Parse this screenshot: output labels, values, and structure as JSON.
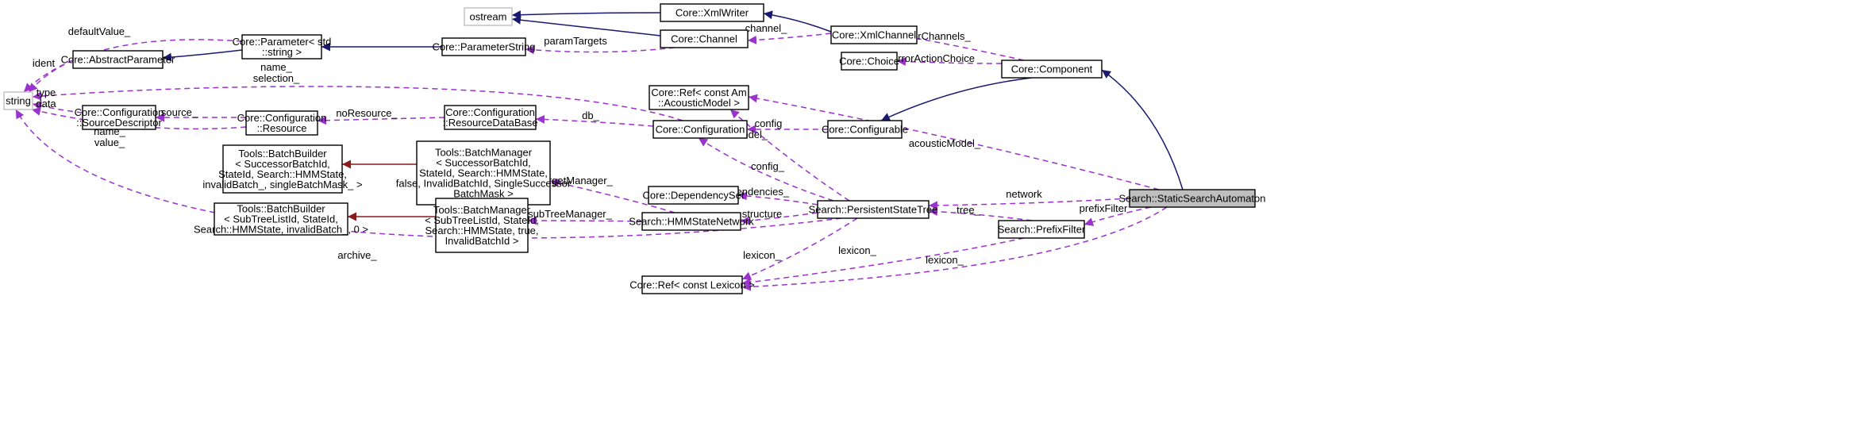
{
  "nodes": [
    {
      "id": "ostream",
      "lines": [
        "ostream"
      ],
      "external": true
    },
    {
      "id": "xmlwriter",
      "lines": [
        "Core::XmlWriter"
      ]
    },
    {
      "id": "channel",
      "lines": [
        "Core::Channel"
      ]
    },
    {
      "id": "xmlchannel",
      "lines": [
        "Core::XmlChannel"
      ]
    },
    {
      "id": "param",
      "lines": [
        "Core::Parameter< std",
        "::string >"
      ]
    },
    {
      "id": "paramstring",
      "lines": [
        "Core::ParameterString"
      ]
    },
    {
      "id": "abstractparam",
      "lines": [
        "Core::AbstractParameter"
      ]
    },
    {
      "id": "string",
      "lines": [
        "string"
      ],
      "external": true
    },
    {
      "id": "choice",
      "lines": [
        "Core::Choice"
      ]
    },
    {
      "id": "component",
      "lines": [
        "Core::Component"
      ]
    },
    {
      "id": "refam",
      "lines": [
        "Core::Ref< const Am",
        "::AcousticModel >"
      ]
    },
    {
      "id": "srcdesc",
      "lines": [
        "Core::Configuration",
        "::SourceDescriptor"
      ]
    },
    {
      "id": "resource",
      "lines": [
        "Core::Configuration",
        "::Resource"
      ]
    },
    {
      "id": "resdb",
      "lines": [
        "Core::Configuration",
        "::ResourceDataBase"
      ]
    },
    {
      "id": "configuration",
      "lines": [
        "Core::Configuration"
      ]
    },
    {
      "id": "configurable",
      "lines": [
        "Core::Configurable"
      ]
    },
    {
      "id": "bb1",
      "lines": [
        "Tools::BatchBuilder",
        "< SuccessorBatchId,",
        "StateId, Search::HMMState,",
        "invalidBatch_, singleBatchMask_ >"
      ]
    },
    {
      "id": "bm1",
      "lines": [
        "Tools::BatchManager",
        "< SuccessorBatchId,",
        "StateId, Search::HMMState,",
        "false, InvalidBatchId, SingleSuccessor",
        "BatchMask >"
      ]
    },
    {
      "id": "depset",
      "lines": [
        "Core::DependencySet"
      ]
    },
    {
      "id": "pst",
      "lines": [
        "Search::PersistentStateTree"
      ]
    },
    {
      "id": "ssa",
      "lines": [
        "Search::StaticSearchAutomaton"
      ],
      "highlight": true
    },
    {
      "id": "bb2",
      "lines": [
        "Tools::BatchBuilder",
        "< SubTreeListId, StateId,",
        "Search::HMMState, invalidBatch_, 0 >"
      ]
    },
    {
      "id": "bm2",
      "lines": [
        "Tools::BatchManager",
        "< SubTreeListId, StateId,",
        "Search::HMMState, true,",
        "InvalidBatchId >"
      ]
    },
    {
      "id": "hmmnet",
      "lines": [
        "Search::HMMStateNetwork"
      ]
    },
    {
      "id": "prefix",
      "lines": [
        "Search::PrefixFilter"
      ]
    },
    {
      "id": "reflex",
      "lines": [
        "Core::Ref< const Lexicon >"
      ]
    }
  ],
  "edges": [
    {
      "from": "xmlwriter",
      "to": "ostream",
      "kind": "inheritance"
    },
    {
      "from": "channel",
      "to": "ostream",
      "kind": "inheritance"
    },
    {
      "from": "xmlchannel",
      "to": "xmlwriter",
      "kind": "inheritance"
    },
    {
      "from": "paramstring",
      "to": "param",
      "kind": "inheritance"
    },
    {
      "from": "param",
      "to": "abstractparam",
      "kind": "inheritance"
    },
    {
      "from": "ssa",
      "to": "component",
      "kind": "inheritance"
    },
    {
      "from": "component",
      "to": "configurable",
      "kind": "inheritance"
    },
    {
      "from": "bm1",
      "to": "bb1",
      "kind": "template"
    },
    {
      "from": "bm2",
      "to": "bb2",
      "kind": "template"
    },
    {
      "from": "xmlchannel",
      "to": "channel",
      "kind": "usage",
      "label": "channel_"
    },
    {
      "from": "channel",
      "to": "paramstring",
      "kind": "usage",
      "label": "paramTargets"
    },
    {
      "from": "component",
      "to": "xmlchannel",
      "kind": "usage",
      "label": "errorChannels_"
    },
    {
      "from": "component",
      "to": "choice",
      "kind": "usage",
      "label": "errorActionChoice"
    },
    {
      "from": "param",
      "to": "string",
      "kind": "usage",
      "label": "defaultValue_"
    },
    {
      "from": "abstractparam",
      "to": "string",
      "kind": "usage",
      "label": "ident"
    },
    {
      "from": "configuration",
      "to": "string",
      "kind": "usage",
      "label": "name_\nselection_"
    },
    {
      "from": "srcdesc",
      "to": "string",
      "kind": "usage",
      "label": "type\ndata"
    },
    {
      "from": "resource",
      "to": "string",
      "kind": "usage",
      "label": "name_\nvalue_"
    },
    {
      "from": "resource",
      "to": "srcdesc",
      "kind": "usage",
      "label": "source_"
    },
    {
      "from": "resdb",
      "to": "resource",
      "kind": "usage",
      "label": "noResource_"
    },
    {
      "from": "configuration",
      "to": "resdb",
      "kind": "usage",
      "label": "db_"
    },
    {
      "from": "configurable",
      "to": "configuration",
      "kind": "usage",
      "label": "config"
    },
    {
      "from": "ssa",
      "to": "refam",
      "kind": "usage",
      "label": "acousticModel_"
    },
    {
      "from": "pst",
      "to": "refam",
      "kind": "usage",
      "label": "acousticModel_"
    },
    {
      "from": "pst",
      "to": "configuration",
      "kind": "usage",
      "label": "config_"
    },
    {
      "from": "hmmnet",
      "to": "bm1",
      "kind": "usage",
      "label": "edgeTargetManager_"
    },
    {
      "from": "hmmnet",
      "to": "bm2",
      "kind": "usage",
      "label": "subTreeManager_"
    },
    {
      "from": "pst",
      "to": "depset",
      "kind": "usage",
      "label": "dependencies_"
    },
    {
      "from": "pst",
      "to": "hmmnet",
      "kind": "usage",
      "label": "structure"
    },
    {
      "from": "pst",
      "to": "string",
      "kind": "usage",
      "label": "archive_"
    },
    {
      "from": "ssa",
      "to": "pst",
      "kind": "usage",
      "label": "network"
    },
    {
      "from": "prefix",
      "to": "pst",
      "kind": "usage",
      "label": "tree_"
    },
    {
      "from": "ssa",
      "to": "prefix",
      "kind": "usage",
      "label": "prefixFilter"
    },
    {
      "from": "pst",
      "to": "reflex",
      "kind": "usage",
      "label": "lexicon_"
    },
    {
      "from": "prefix",
      "to": "reflex",
      "kind": "usage",
      "label": "lexicon_"
    },
    {
      "from": "ssa",
      "to": "reflex",
      "kind": "usage",
      "label": "lexicon_"
    }
  ],
  "colors": {
    "inheritance": "#191970",
    "usage": "#9a32cd",
    "template": "#8b1a1a",
    "external_border": "#bfbfbf",
    "highlight_fill": "#bfbfbf"
  }
}
